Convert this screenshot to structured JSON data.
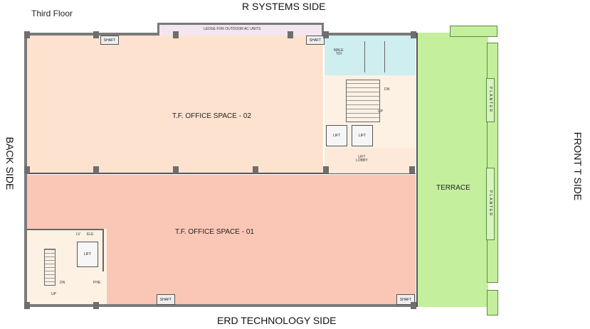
{
  "floor_title": "Third Floor",
  "sides": {
    "top": "R SYSTEMS SIDE",
    "bottom": "ERD TECHNOLOGY SIDE",
    "left": "BACK SIDE",
    "right": "FRONT T SIDE"
  },
  "rooms": {
    "office_02": "T.F.  OFFICE SPACE - 02",
    "office_01": "T.F.  OFFICE SPACE - 01",
    "terrace": "TERRACE",
    "ledge": "LEDGE FOR OUTDOOR AC UNITS",
    "lift_lobby": "LIFT\nLOBBY"
  },
  "labels": {
    "shaft": "SHAFT",
    "lift": "LIFT",
    "planter": "PLANTER",
    "dn": "DN",
    "up": "UP",
    "ele": "ELE",
    "phe": "PHE",
    "male_toi": "MALE\nTOI",
    "lv": "LV"
  },
  "colors": {
    "office_02": "#fde3cf",
    "office_01": "#fac6b6",
    "terrace": "#c4ef9c",
    "ledge": "#f3e6f1",
    "toilets": "#cfeef0",
    "stair": "#fdf1e4",
    "lobby": "#fde9da"
  }
}
